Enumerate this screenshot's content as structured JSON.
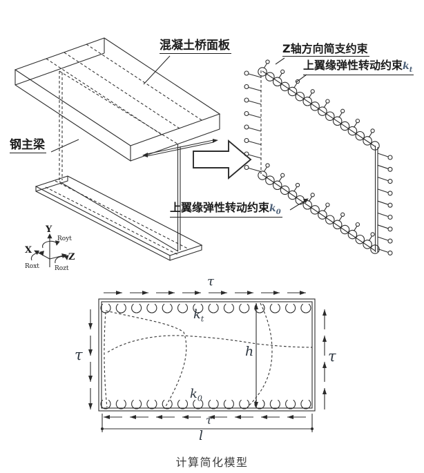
{
  "caption": "计算简化模型",
  "colors": {
    "line": "#2b2b2b",
    "k_accent": "#4d6078",
    "label_text": "#1c1c1c",
    "caption_text": "#3d3d3d"
  },
  "figure_top_left": {
    "deck_label": "混凝土桥面板",
    "girder_label": "钢主梁",
    "axes": {
      "x": "X",
      "y": "Y",
      "z": "Z",
      "rx": "Roxt",
      "ry": "Royt",
      "rz": "Rozt"
    }
  },
  "figure_top_right": {
    "z_support_label": "Z轴方向简支约束",
    "top_flange_label": {
      "text": "上翼缘弹性转动约束",
      "var": "k",
      "sub": "t"
    },
    "bottom_flange_label": {
      "text": "上翼缘弹性转动约束",
      "var": "k",
      "sub": "0"
    }
  },
  "figure_bottom": {
    "tau_top": "τ",
    "tau_left": "τ",
    "tau_right": "τ",
    "tau_bottom": "τ",
    "kt": {
      "var": "k",
      "sub": "t"
    },
    "k0": {
      "var": "k",
      "sub": "0"
    },
    "height_label": "h",
    "length_label": "l"
  }
}
